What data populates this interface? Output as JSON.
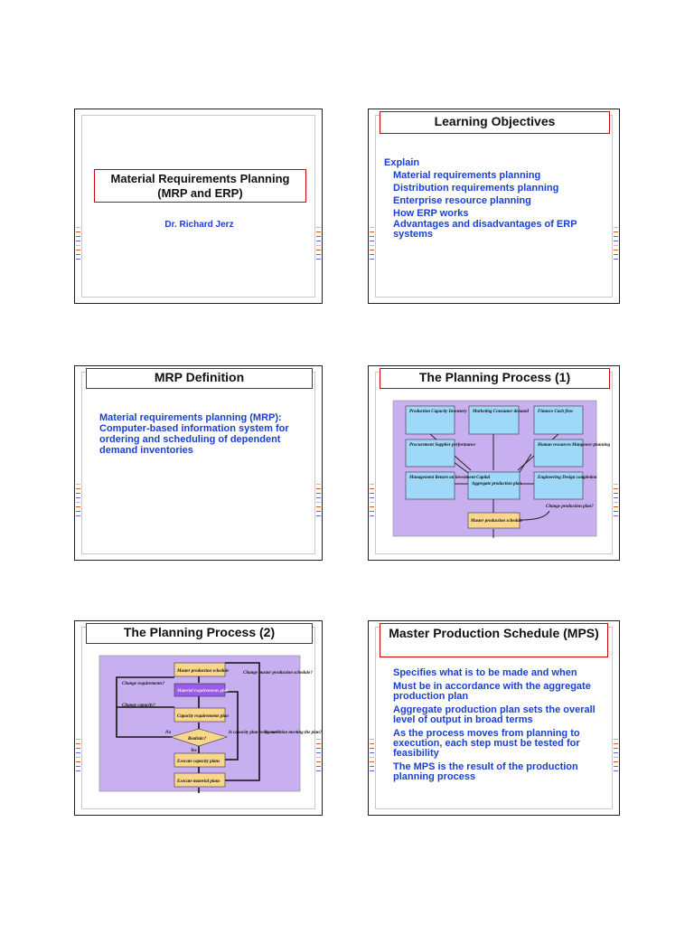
{
  "slide1": {
    "title": "Material Requirements Planning (MRP and ERP)",
    "author": "Dr. Richard Jerz"
  },
  "slide2": {
    "title": "Learning Objectives",
    "lead": "Explain",
    "items": [
      "Material requirements planning",
      "Distribution requirements planning",
      "Enterprise resource planning",
      "How ERP works",
      "Advantages and disadvantages of ERP systems"
    ]
  },
  "slide3": {
    "title": "MRP Definition",
    "text": "Material requirements planning (MRP): Computer-based information system for ordering and scheduling of dependent demand inventories"
  },
  "slide4": {
    "title": "The Planning Process (1)",
    "boxes": {
      "production": "Production Capacity Inventory",
      "marketing": "Marketing Consumer demand",
      "finance": "Finance Cash flow",
      "procurement": "Procurement Supplier performance",
      "hr": "Human resources Manpower planning",
      "management": "Management Return on investment Capital",
      "aggregate": "Aggregate production plan",
      "engineering": "Engineering Design completion",
      "mps": "Master production schedule",
      "change": "Change production plan?"
    }
  },
  "slide5": {
    "title": "The Planning Process (2)",
    "boxes": {
      "mps": "Master production schedule",
      "mrp": "Material requirements plan",
      "crp": "Capacity requirements plan",
      "realistic": "Realistic?",
      "exec_cap": "Execute capacity plans",
      "exec_mat": "Execute material plans",
      "change_req": "Change requirements?",
      "change_cap": "Change capacity?",
      "change_mps": "Change master production schedule?",
      "cap_met": "Is capacity plan being met?",
      "exec_met": "Is execution meeting the plan?",
      "no": "No",
      "yes": "Yes"
    }
  },
  "slide6": {
    "title": "Master Production Schedule (MPS)",
    "items": [
      "Specifies what is to be made and when",
      "Must be in accordance with the aggregate production plan",
      "Aggregate production plan sets the overall level of output in broad terms",
      "As the process moves from planning to execution, each step must be tested for feasibility",
      "The MPS is the result of the production planning process"
    ]
  },
  "colors": {
    "accent_red": "#cc0000",
    "text_blue": "#1a3fd0",
    "diagram_purple": "#c8b0f0",
    "box_blue": "#9fd8f8",
    "box_tan": "#f8d68a"
  }
}
